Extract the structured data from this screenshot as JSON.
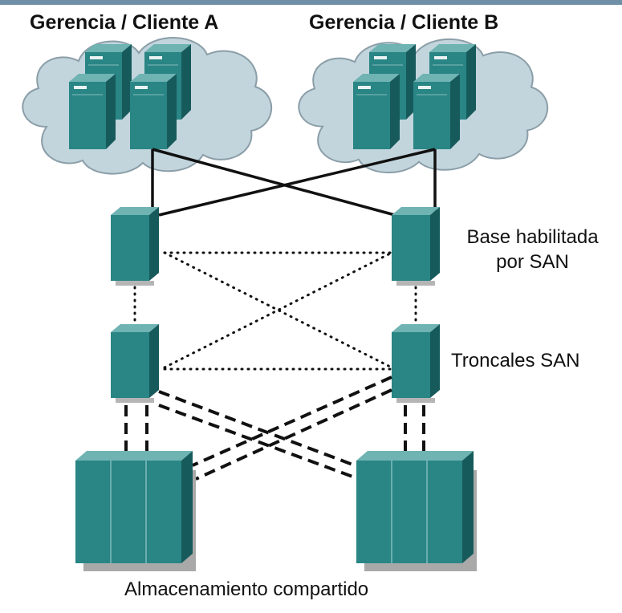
{
  "clusters": [
    {
      "name": "Gerencia / Cliente A"
    },
    {
      "name": "Gerencia / Cliente B"
    }
  ],
  "labels": {
    "base_line1": "Base habilitada",
    "base_line2": "por SAN",
    "trunk": "Troncales SAN",
    "storage": "Almacenamiento compartido"
  },
  "colors": {
    "cloud_fill": "#c2d5dd",
    "cloud_stroke": "#8b9ea8",
    "teal_front": "#2a8585",
    "teal_top": "#6fb3b3",
    "teal_side": "#175a5b",
    "top_bar": "#6f8fa6"
  }
}
